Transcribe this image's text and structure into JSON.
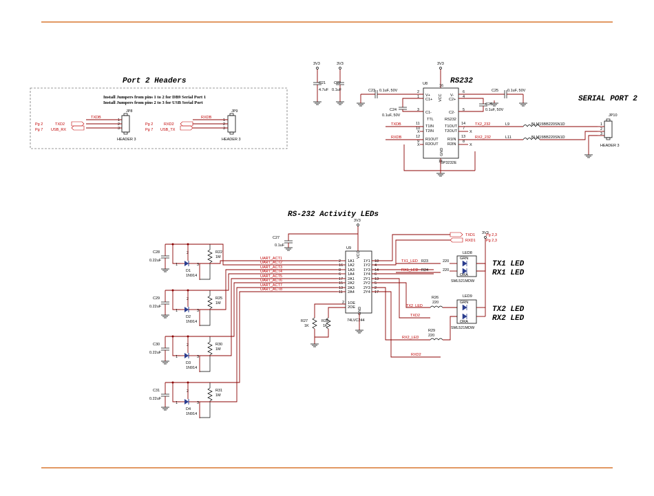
{
  "sections": {
    "port2_headers": "Port 2 Headers",
    "rs232": "RS232",
    "serial_port2": "SERIAL PORT 2",
    "activity_leds": "RS-232 Activity LEDs"
  },
  "notes": {
    "line1": "Install Jumpers from pins 1 to 2 for DB9 Serial Port 1",
    "line2": "Install Jumpers from pins 2 to 3 for USB Serial Port"
  },
  "port2": {
    "jp8": "JP8",
    "jp9": "JP9",
    "hdr": "HEADER 3",
    "pg2a": "Pg 2",
    "pg7a": "Pg 7",
    "pg2b": "Pg 2",
    "pg7b": "Pg 7",
    "txd2": "TXD2",
    "usb_rx": "USB_RX",
    "rxd2": "RXD2",
    "usb_tx": "USB_TX",
    "txdb": "TXDB",
    "rxdb": "RXDB",
    "p1": "1",
    "p2": "2",
    "p3": "3"
  },
  "rs232": {
    "v3v3": "3V3",
    "u8": "U8",
    "sp": "SP3232E",
    "vcc": "VCC",
    "gnd": "GND",
    "ttl": "TTL",
    "rs232lbl": "RS232",
    "c21": "C21",
    "c21v": "4.7uF",
    "c22": "C22",
    "c22v": "0.1uF",
    "c23": "C23",
    "c23v": "0.1uF, 50V",
    "c24": "C24",
    "c24v": "0.1uF, 50V",
    "c25": "C25",
    "c25v": "0.1uF, 50V",
    "c26": "C26",
    "c26v": "0.1uF, 50V",
    "v4": "V+",
    "c1p": "C1+",
    "c1m": "C1-",
    "vm": "V-",
    "c2p": "C2+",
    "c2m": "C2-",
    "t1in": "T1IN",
    "t2in": "T2IN",
    "r1out": "R1OUT",
    "r2out": "R2OUT",
    "t1out": "T1OUT",
    "t2out": "T2OUT",
    "r1in": "R1IN",
    "r2in": "R2IN",
    "tx2": "TX2_232",
    "rx2": "RX2_232",
    "l9": "L9",
    "l11": "L11",
    "ferrite": "BLM15BB220SN1D",
    "jp10": "JP10",
    "hdr": "HEADER 3",
    "txdb": "TXDB",
    "rxdb": "RXDB",
    "n2": "2",
    "n16": "16",
    "n1": "1",
    "n3": "3",
    "n8": "8",
    "n6": "6",
    "n4": "4",
    "n5": "5",
    "n11": "11",
    "n10": "10",
    "n12": "12",
    "n9": "9",
    "n14": "14",
    "n7": "7",
    "n13": "13",
    "n15": "15",
    "x": "X"
  },
  "leds": {
    "v3v3": "3V3",
    "c27": "C27",
    "c27v": "0.1uF",
    "u9": "U9",
    "chip": "74LVC244",
    "vcc": "VCC",
    "gnd": "GND",
    "caps": [
      "C28",
      "C29",
      "C30",
      "C31"
    ],
    "capv": "0.22uF",
    "res": [
      "R22",
      "R25",
      "R30",
      "R31"
    ],
    "resv": "1M",
    "diodes": [
      "D1",
      "D2",
      "D3",
      "D4"
    ],
    "dpart": "1N914",
    "acts": [
      "UART_ACT1",
      "UART_ACT2",
      "UART_ACT3",
      "UART_ACT4",
      "UART_ACT5",
      "UART_ACT6",
      "UART_ACT7",
      "UART_ACT8"
    ],
    "pins_a": [
      "1A1",
      "1A2",
      "1A3",
      "1A4",
      "2A1",
      "2A2",
      "2A3",
      "2A4"
    ],
    "pins_y": [
      "1Y1",
      "1Y2",
      "1Y3",
      "1Y4",
      "2Y1",
      "2Y2",
      "2Y3",
      "2Y4"
    ],
    "pinl": [
      "2",
      "16",
      "8",
      "6",
      "17",
      "15",
      "13",
      "11"
    ],
    "pinr": [
      "18",
      "4",
      "14",
      "6",
      "13",
      "5",
      "2",
      "17"
    ],
    "oe1": "1OE",
    "oe2": "2OE",
    "r27": "R27",
    "r28": "R28",
    "rk": "1K",
    "txd1": "TXD1",
    "rxd1": "RXD1",
    "pg23a": "Pg 2,3",
    "pg23b": "Pg 2,3",
    "tx1led": "TX1_LED",
    "rx1led": "RX1_LED",
    "tx2led": "TX2_LED",
    "rx2led": "RX2_LED",
    "txd2": "TXD2",
    "rxd2": "RXD2",
    "r23": "R23",
    "r24": "R24",
    "r26": "R26",
    "r29": "R29",
    "r220": "220",
    "led8": "LED8",
    "led9": "LED9",
    "grn": "GRN",
    "ora": "ORA",
    "sml": "SML521MDW",
    "tx1": "TX1 LED",
    "rx1": "RX1 LED",
    "tx2": "TX2 LED",
    "rx2": "RX2 LED"
  }
}
